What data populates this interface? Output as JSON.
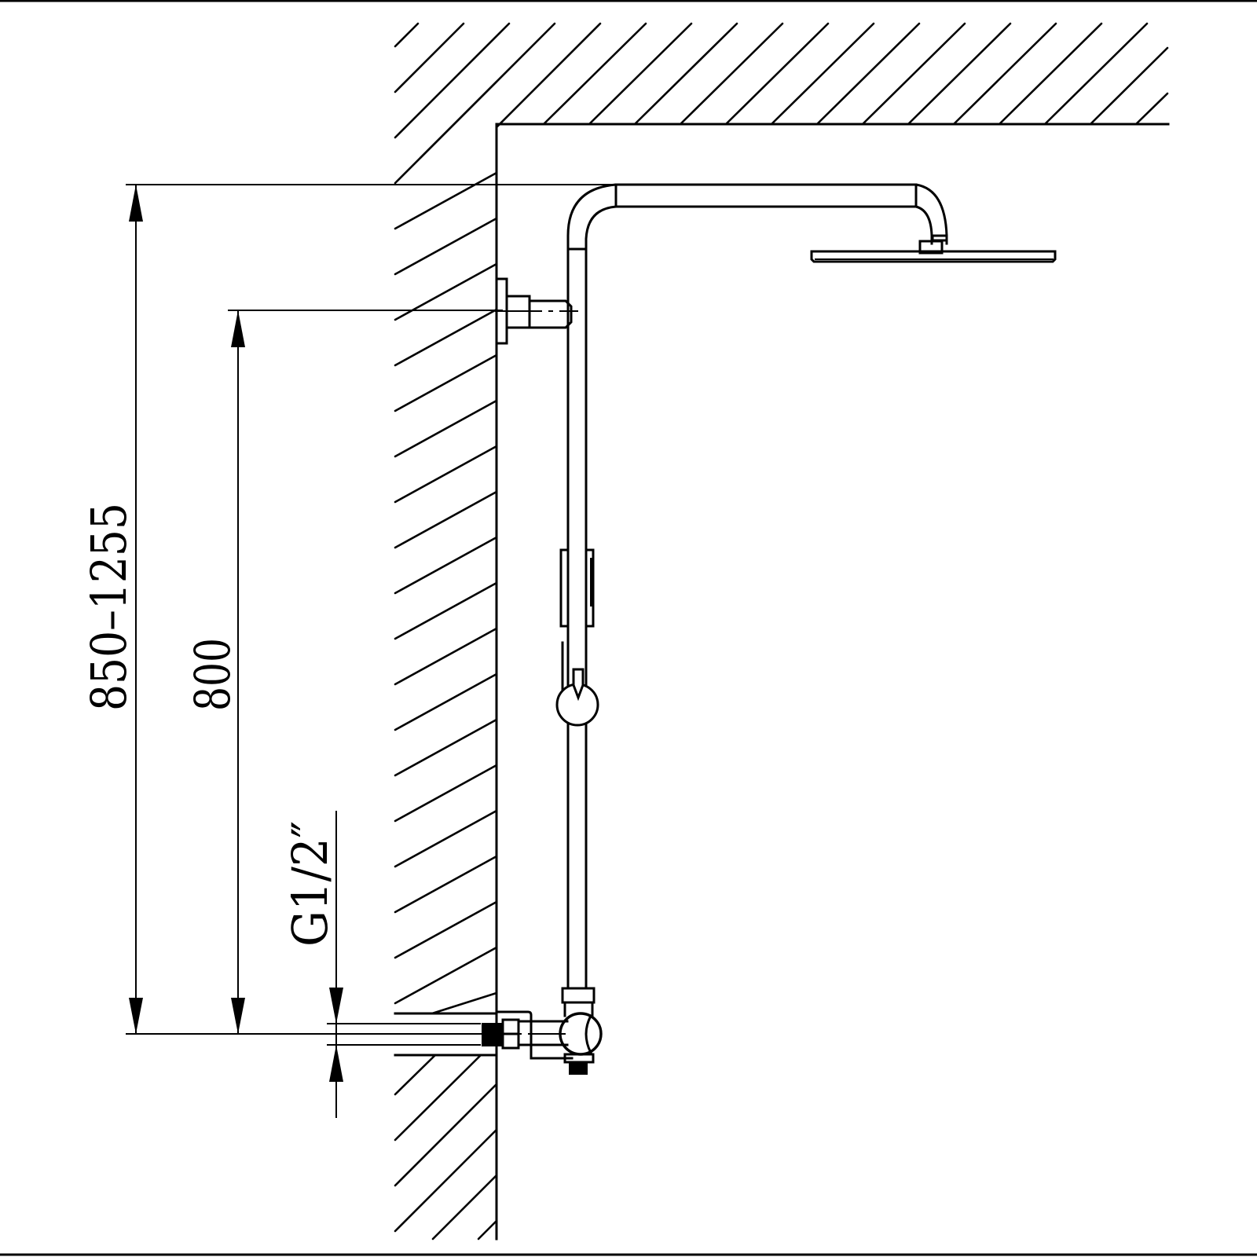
{
  "drawing": {
    "title": "Shower column installation dimensions",
    "dimensions": {
      "overall_height": "850–1255",
      "inlet_to_bracket": "800",
      "inlet_thread": "G1/2″"
    },
    "components": [
      "wall",
      "ceiling",
      "overhead-shower-arm",
      "rain-shower-head",
      "wall-bracket",
      "riser-pipe",
      "slide-bracket",
      "diverter-knob",
      "thermostatic-mixer",
      "wall-inlet-connector",
      "hand-shower-outlet"
    ],
    "colors": {
      "line": "#000000",
      "background": "#ffffff"
    }
  }
}
